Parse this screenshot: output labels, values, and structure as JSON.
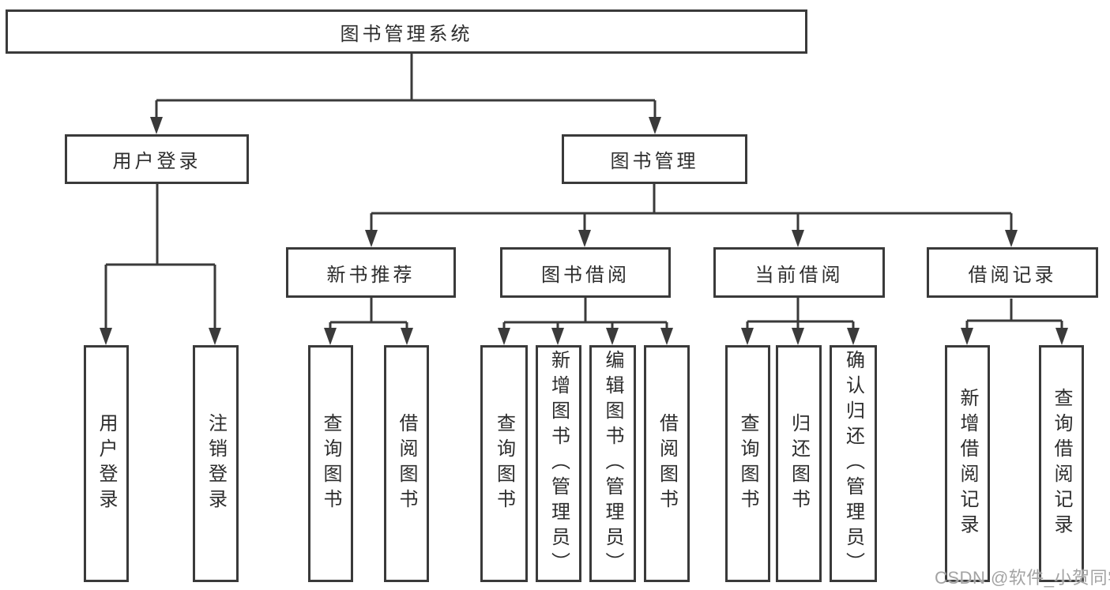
{
  "diagram": {
    "root": {
      "label": "图书管理系统"
    },
    "branches": [
      {
        "label": "用户登录",
        "children": [
          {
            "label": "用户登录"
          },
          {
            "label": "注销登录"
          }
        ]
      },
      {
        "label": "图书管理",
        "children": [
          {
            "label": "新书推荐",
            "children": [
              {
                "label": "查询图书"
              },
              {
                "label": "借阅图书"
              }
            ]
          },
          {
            "label": "图书借阅",
            "children": [
              {
                "label": "查询图书"
              },
              {
                "label": "新增图书（管理员）"
              },
              {
                "label": "编辑图书（管理员）"
              },
              {
                "label": "借阅图书"
              }
            ]
          },
          {
            "label": "当前借阅",
            "children": [
              {
                "label": "查询图书"
              },
              {
                "label": "归还图书"
              },
              {
                "label": "确认归还（管理员）"
              }
            ]
          },
          {
            "label": "借阅记录",
            "children": [
              {
                "label": "新增借阅记录"
              },
              {
                "label": "查询借阅记录"
              }
            ]
          }
        ]
      }
    ]
  },
  "watermark": {
    "text": "CSDN @软件_小贺同学"
  },
  "colors": {
    "line": "#3a3a3a",
    "text": "#2d2d2d",
    "watermark": "#a3a3a3",
    "background": "#ffffff"
  }
}
